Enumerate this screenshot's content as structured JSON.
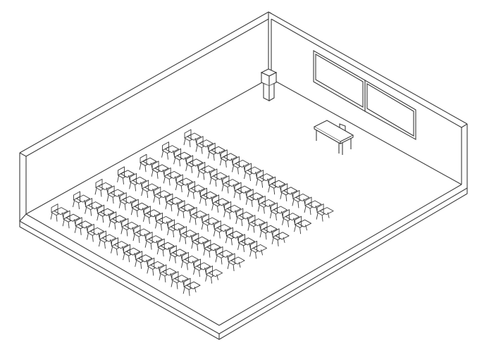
{
  "scene": {
    "type": "isometric-classroom-line-drawing",
    "line_color": "#3a3a3a",
    "background": "#ffffff",
    "seating": {
      "rows": 7,
      "chairs_per_row": 12,
      "chair_type": "tablet-arm-chair"
    },
    "furniture": [
      "whiteboard-left-panel",
      "whiteboard-right-panel",
      "teacher-desk",
      "teacher-chair",
      "podium"
    ]
  }
}
